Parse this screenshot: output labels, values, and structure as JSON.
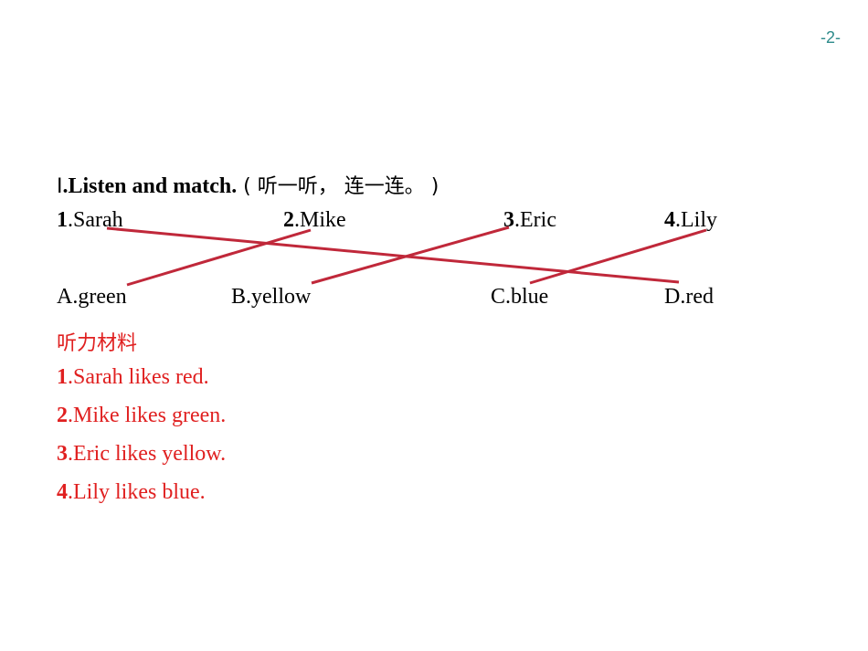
{
  "page_number": "-2-",
  "heading": {
    "roman": "Ⅰ",
    "title": ".Listen and match.",
    "instruction": " ( 听一听， 连一连。 )"
  },
  "names": [
    {
      "num": "1",
      "text": ".Sarah"
    },
    {
      "num": "2",
      "text": ".Mike"
    },
    {
      "num": "3",
      "text": ".Eric"
    },
    {
      "num": "4",
      "text": ".Lily"
    }
  ],
  "colors": [
    {
      "text": "A.green"
    },
    {
      "text": "B.yellow"
    },
    {
      "text": "C.blue"
    },
    {
      "text": "D.red"
    }
  ],
  "answer_heading": "听力材料",
  "answers": [
    {
      "num": "1",
      "text": ".Sarah likes red."
    },
    {
      "num": "2",
      "text": ".Mike likes green."
    },
    {
      "num": "3",
      "text": ".Eric likes yellow."
    },
    {
      "num": "4",
      "text": ".Lily likes blue."
    }
  ],
  "matches": [
    {
      "from": 1,
      "to": "D"
    },
    {
      "from": 2,
      "to": "A"
    },
    {
      "from": 3,
      "to": "B"
    },
    {
      "from": 4,
      "to": "C"
    }
  ],
  "accent_color": "#e02020",
  "line_color": "#c0283a"
}
